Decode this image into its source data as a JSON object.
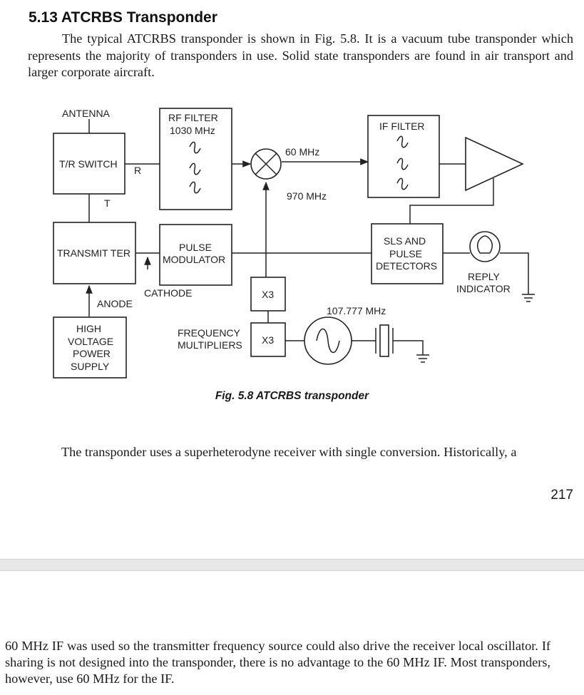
{
  "section_title": "5.13 ATCRBS Transponder",
  "para1": "The typical ATCRBS transponder is shown in Fig. 5.8. It is a vacuum tube transponder which represents the majority of transponders in use. Solid state transponders are found in air transport and larger corporate aircraft.",
  "diagram": {
    "antenna": "ANTENNA",
    "tr_switch": "T/R SWITCH",
    "r": "R",
    "t": "T",
    "rf_filter_1": "RF FILTER",
    "rf_filter_2": "1030 MHz",
    "if_60": "60 MHz",
    "lo_970": "970 MHz",
    "if_filter": "IF FILTER",
    "transmitter": "TRANSMIT TER",
    "pulse_mod_1": "PULSE",
    "pulse_mod_2": "MODULATOR",
    "sls_1": "SLS AND",
    "sls_2": "PULSE",
    "sls_3": "DETECTORS",
    "reply_1": "REPLY",
    "reply_2": "INDICATOR",
    "cathode": "CATHODE",
    "anode": "ANODE",
    "x3_upper": "X3",
    "x3_lower": "X3",
    "osc_freq": "107.777 MHz",
    "hv_1": "HIGH",
    "hv_2": "VOLTAGE",
    "hv_3": "POWER",
    "hv_4": "SUPPLY",
    "fm_1": "FREQUENCY",
    "fm_2": "MULTIPLIERS"
  },
  "caption": "Fig. 5.8 ATCRBS transponder",
  "para2": "The transponder uses a superheterodyne receiver with single conversion. Historically, a",
  "page_number": "217",
  "para3": "60 MHz IF was used so the transmitter frequency source could also drive the receiver local oscillator. If sharing is not designed into the transponder, there is no advantage to the 60 MHz IF. Most transponders, however, use 60 MHz for the IF."
}
